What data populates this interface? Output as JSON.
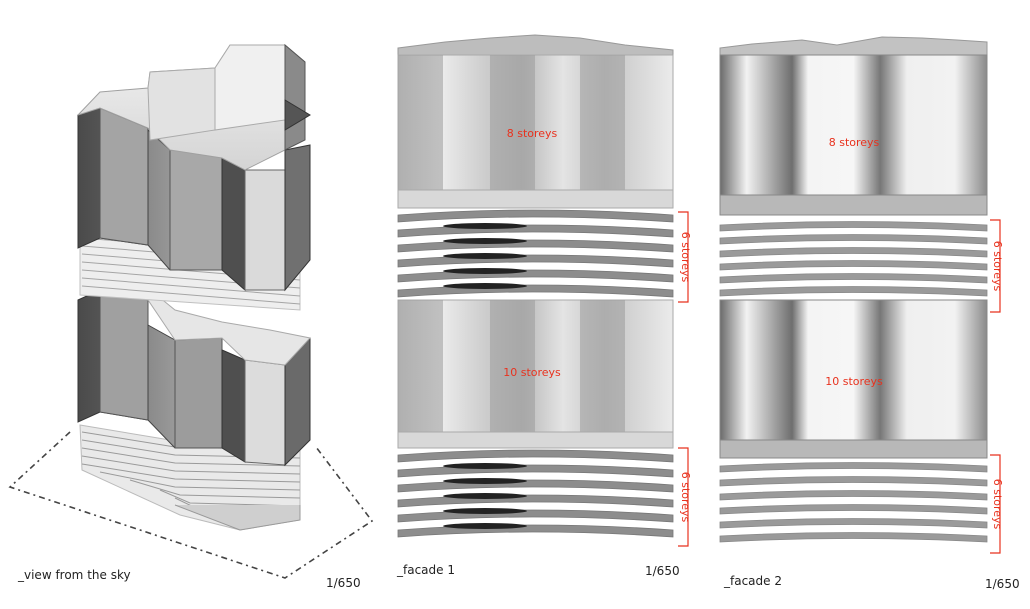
{
  "panels": {
    "sky": {
      "caption": "_view from the sky",
      "scale": "1/650"
    },
    "facade1": {
      "caption": "_facade 1",
      "scale": "1/650",
      "labels": {
        "upper_block": "8 storeys",
        "upper_floors": "6 storeys",
        "lower_block": "10 storeys",
        "lower_floors": "6 storeys"
      }
    },
    "facade2": {
      "caption": "_facade 2",
      "scale": "1/650",
      "labels": {
        "upper_block": "8 storeys",
        "upper_floors": "6 storeys",
        "lower_block": "10 storeys",
        "lower_floors": "6 storeys"
      }
    }
  },
  "colors": {
    "annotation": "#e8321e",
    "dark_face": "#5c5c5c",
    "mid_face": "#9a9a9a",
    "light_face": "#e6e6e6"
  }
}
